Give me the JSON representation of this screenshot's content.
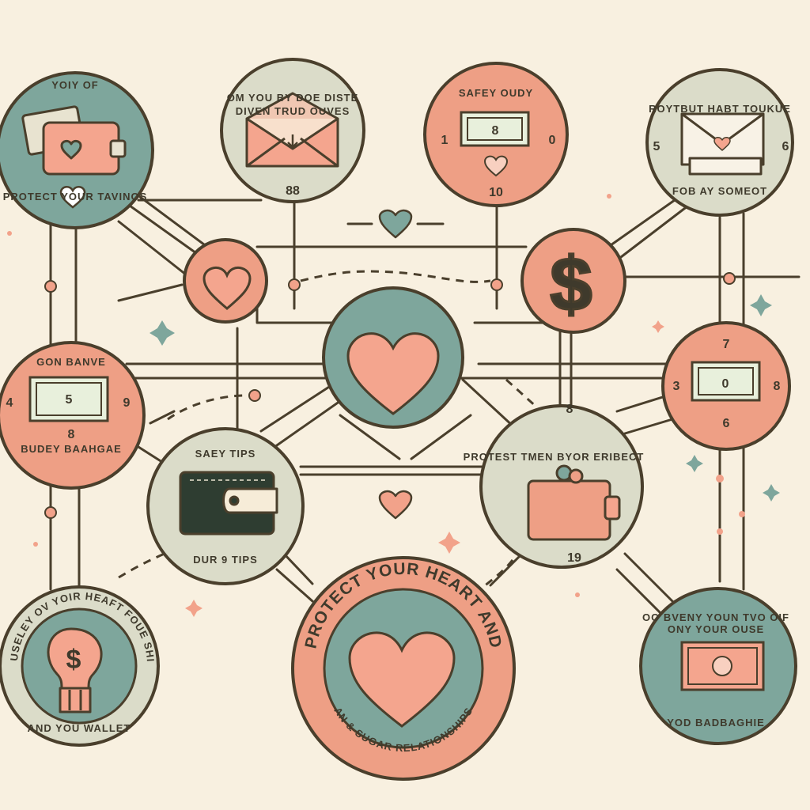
{
  "colors": {
    "background": "#f8f0e0",
    "teal": "#7ea69c",
    "coral": "#ee9f85",
    "sage": "#dbdcc9",
    "cream": "#f6ecd8",
    "outline": "#3f3a2c",
    "heart": "#f4a58e"
  },
  "nodes": {
    "wallet_top_left": {
      "title": "YOIY OF",
      "caption": "PROTECT YOUR TAVINOS"
    },
    "envelope_top": {
      "title": "OM YOU BY DOE DISTE",
      "subtitle": "DIVEN TRUD OUVES",
      "number": "88"
    },
    "safety_top": {
      "title": "SAFEY OUDY",
      "left": "1",
      "center": "8",
      "right": "0",
      "number": "10"
    },
    "envelope_top_right": {
      "title": "ROYTBUT HABT TOUKUE",
      "left": "5",
      "right": "6",
      "caption": "FOB AY SOMEOT"
    },
    "savings_left": {
      "title": "GON BANVE",
      "left": "4",
      "center": "5",
      "right": "9",
      "number": "8",
      "caption": "BUDEY BAAHGAE"
    },
    "bill_right": {
      "top": "7",
      "left": "3",
      "center": "0",
      "right": "8",
      "bottom": "6"
    },
    "wallet_center_left": {
      "title": "SAEY TIPS",
      "caption": "DUR 9 TIPS"
    },
    "wallet_center_right": {
      "top": "8",
      "title": "PROTEST TMEN BYOR ERIBECT",
      "number": "19"
    },
    "bulb_bottom_left": {
      "arc": "CORUSELEY OV YOIR HEAFT FOUE SHIUDE",
      "caption": "AND YOU WALLET"
    },
    "main_bottom": {
      "top_arc": "PROTECT YOUR HEART AND",
      "bottom_arc": "AN & SUGAR RELATIONSHIPS"
    },
    "cash_bottom_right": {
      "title": "OO BVENY YOUN TVO OIF",
      "subtitle": "ONY YOUR OUSE",
      "caption": "YOD BADBAGHIE"
    }
  },
  "icons": [
    "wallet-icon",
    "envelope-icon",
    "bill-icon",
    "heart-icon",
    "dollar-icon",
    "lightbulb-icon",
    "sparkle-icon"
  ]
}
